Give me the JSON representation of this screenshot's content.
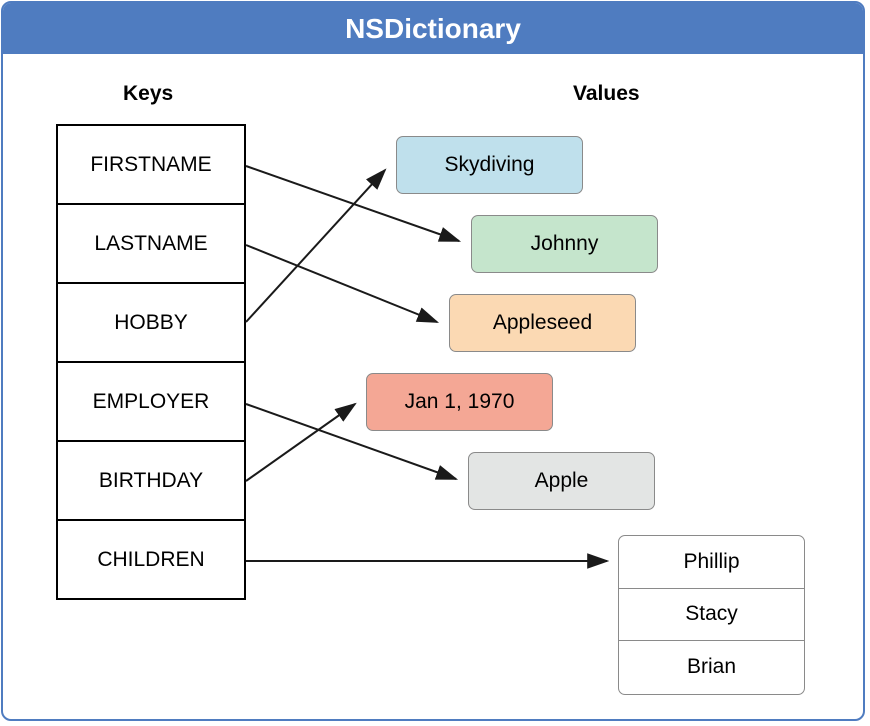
{
  "title": "NSDictionary",
  "headers": {
    "keys": "Keys",
    "values": "Values"
  },
  "keys": [
    "FIRSTNAME",
    "LASTNAME",
    "HOBBY",
    "EMPLOYER",
    "BIRTHDAY",
    "CHILDREN"
  ],
  "values": {
    "skydiving": {
      "text": "Skydiving",
      "color": "#bfe0ec"
    },
    "johnny": {
      "text": "Johnny",
      "color": "#c5e5cc"
    },
    "appleseed": {
      "text": "Appleseed",
      "color": "#fbd9b3"
    },
    "birthday": {
      "text": "Jan 1, 1970",
      "color": "#f4a795"
    },
    "apple": {
      "text": "Apple",
      "color": "#e3e5e4"
    }
  },
  "children": [
    "Phillip",
    "Stacy",
    "Brian"
  ],
  "colors": {
    "frame": "#4f7cc0",
    "arrow": "#1a1a1a"
  }
}
